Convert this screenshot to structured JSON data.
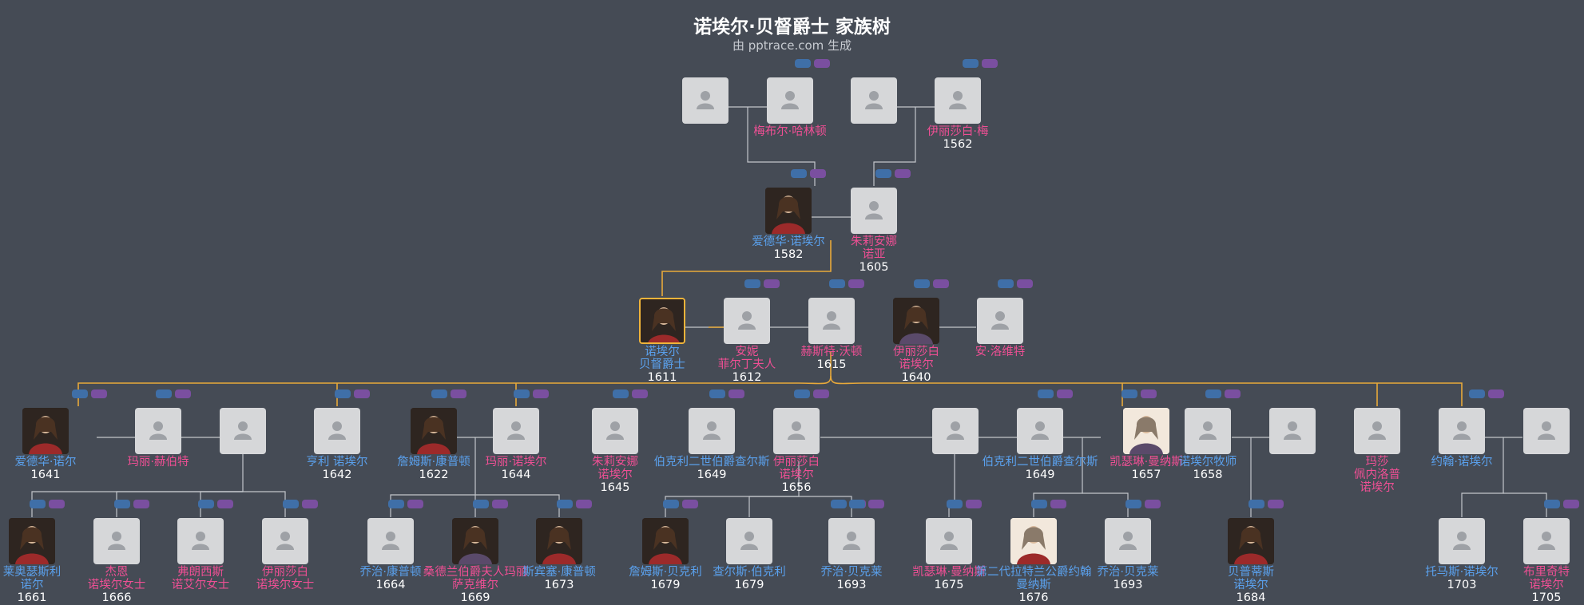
{
  "title": "诺埃尔·贝督爵士 家族树",
  "subtitle": "由 pptrace.com 生成",
  "colors": {
    "male": "#5aa0ec",
    "female": "#ee4f94",
    "highlight": "#f0b43a",
    "background": "#454b55"
  },
  "people": [
    {
      "id": "g1",
      "name": [],
      "year": "",
      "sex": "m",
      "photo": false
    },
    {
      "id": "g2",
      "name": [
        "梅布尔·哈林顿"
      ],
      "year": "",
      "sex": "f",
      "photo": false
    },
    {
      "id": "g3",
      "name": [],
      "year": "",
      "sex": "m",
      "photo": false
    },
    {
      "id": "g4",
      "name": [
        "伊丽莎白·梅"
      ],
      "year": "1562",
      "sex": "f",
      "photo": false
    },
    {
      "id": "p1",
      "name": [
        "爱德华·诺埃尔"
      ],
      "year": "1582",
      "sex": "m",
      "photo": true
    },
    {
      "id": "p2",
      "name": [
        "朱莉安娜",
        "诺亚"
      ],
      "year": "1605",
      "sex": "f",
      "photo": false
    },
    {
      "id": "s0",
      "name": [
        "诺埃尔",
        "贝督爵士"
      ],
      "year": "1611",
      "sex": "m",
      "photo": true,
      "highlight": true
    },
    {
      "id": "s1",
      "name": [
        "安妮",
        "菲尔丁夫人"
      ],
      "year": "1612",
      "sex": "f",
      "photo": false
    },
    {
      "id": "s2",
      "name": [
        "赫斯特·沃顿"
      ],
      "year": "1615",
      "sex": "f",
      "photo": false
    },
    {
      "id": "s3",
      "name": [
        "伊丽莎白",
        "诺埃尔"
      ],
      "year": "1640",
      "sex": "f",
      "photo": true
    },
    {
      "id": "s4",
      "name": [
        "安·洛维特"
      ],
      "year": "",
      "sex": "f",
      "photo": false
    },
    {
      "id": "c1",
      "name": [
        "爱德华·诺尔"
      ],
      "year": "1641",
      "sex": "m",
      "photo": true
    },
    {
      "id": "c2",
      "name": [
        "玛丽·赫伯特"
      ],
      "year": "",
      "sex": "f",
      "photo": false
    },
    {
      "id": "c3",
      "name": [],
      "year": "",
      "sex": "f",
      "photo": false
    },
    {
      "id": "c4",
      "name": [
        "亨利 诺埃尔"
      ],
      "year": "1642",
      "sex": "m",
      "photo": false
    },
    {
      "id": "c5",
      "name": [
        "詹姆斯·康普顿"
      ],
      "year": "1622",
      "sex": "m",
      "photo": true
    },
    {
      "id": "c6",
      "name": [
        "玛丽·诺埃尔"
      ],
      "year": "1644",
      "sex": "f",
      "photo": false
    },
    {
      "id": "c7",
      "name": [
        "朱莉安娜",
        "诺埃尔"
      ],
      "year": "1645",
      "sex": "f",
      "photo": false
    },
    {
      "id": "c8",
      "name": [
        "伯克利二世伯爵查尔斯"
      ],
      "year": "1649",
      "sex": "m",
      "photo": false
    },
    {
      "id": "c9",
      "name": [
        "伊丽莎白",
        "诺埃尔"
      ],
      "year": "1656",
      "sex": "f",
      "photo": false
    },
    {
      "id": "c10",
      "name": [],
      "year": "",
      "sex": "m",
      "photo": false
    },
    {
      "id": "c11",
      "name": [
        "伯克利二世伯爵查尔斯"
      ],
      "year": "1649",
      "sex": "m",
      "photo": false
    },
    {
      "id": "c12",
      "name": [
        "凯瑟琳·曼纳斯"
      ],
      "year": "1657",
      "sex": "f",
      "photo": true,
      "light": true
    },
    {
      "id": "c13",
      "name": [
        "诺埃尔牧师"
      ],
      "year": "1658",
      "sex": "m",
      "photo": false
    },
    {
      "id": "c14",
      "name": [],
      "year": "",
      "sex": "f",
      "photo": false
    },
    {
      "id": "c15",
      "name": [
        "玛莎",
        "佩内洛普",
        "诺埃尔"
      ],
      "year": "",
      "sex": "f",
      "photo": false
    },
    {
      "id": "c16",
      "name": [
        "约翰·诺埃尔"
      ],
      "year": "",
      "sex": "m",
      "photo": false
    },
    {
      "id": "c17",
      "name": [],
      "year": "",
      "sex": "f",
      "photo": false
    },
    {
      "id": "d1",
      "name": [
        "莱奥瑟斯利",
        "诺尔"
      ],
      "year": "1661",
      "sex": "m",
      "photo": true
    },
    {
      "id": "d2",
      "name": [
        "杰恩",
        "诺埃尔女士"
      ],
      "year": "1666",
      "sex": "f",
      "photo": false
    },
    {
      "id": "d3",
      "name": [
        "弗朗西斯",
        "诺艾尔女士"
      ],
      "year": "",
      "sex": "f",
      "photo": false
    },
    {
      "id": "d4",
      "name": [
        "伊丽莎白",
        "诺埃尔女士"
      ],
      "year": "",
      "sex": "f",
      "photo": false
    },
    {
      "id": "d5",
      "name": [
        "乔治·康普顿"
      ],
      "year": "1664",
      "sex": "m",
      "photo": false
    },
    {
      "id": "d6",
      "name": [
        "桑德兰伯爵夫人玛丽",
        "萨克维尔"
      ],
      "year": "1669",
      "sex": "f",
      "photo": true
    },
    {
      "id": "d7",
      "name": [
        "斯宾塞·康普顿"
      ],
      "year": "1673",
      "sex": "m",
      "photo": true
    },
    {
      "id": "d8",
      "name": [
        "詹姆斯·贝克利"
      ],
      "year": "1679",
      "sex": "m",
      "photo": true
    },
    {
      "id": "d9",
      "name": [
        "查尔斯·伯克利"
      ],
      "year": "1679",
      "sex": "m",
      "photo": false
    },
    {
      "id": "d10",
      "name": [
        "乔治·贝克莱"
      ],
      "year": "1693",
      "sex": "m",
      "photo": false
    },
    {
      "id": "d11",
      "name": [
        "凯瑟琳·曼纳斯"
      ],
      "year": "1675",
      "sex": "f",
      "photo": false
    },
    {
      "id": "d12",
      "name": [
        "第二代拉特兰公爵约翰",
        "曼纳斯"
      ],
      "year": "1676",
      "sex": "m",
      "photo": true,
      "light": true
    },
    {
      "id": "d13",
      "name": [
        "乔治·贝克莱"
      ],
      "year": "1693",
      "sex": "m",
      "photo": false
    },
    {
      "id": "d14",
      "name": [
        "贝普蒂斯",
        "诺埃尔"
      ],
      "year": "1684",
      "sex": "m",
      "photo": true
    },
    {
      "id": "d15",
      "name": [
        "托马斯·诺埃尔"
      ],
      "year": "1703",
      "sex": "m",
      "photo": false
    },
    {
      "id": "d16",
      "name": [
        "布里奇特",
        "诺埃尔"
      ],
      "year": "1705",
      "sex": "f",
      "photo": false
    }
  ]
}
